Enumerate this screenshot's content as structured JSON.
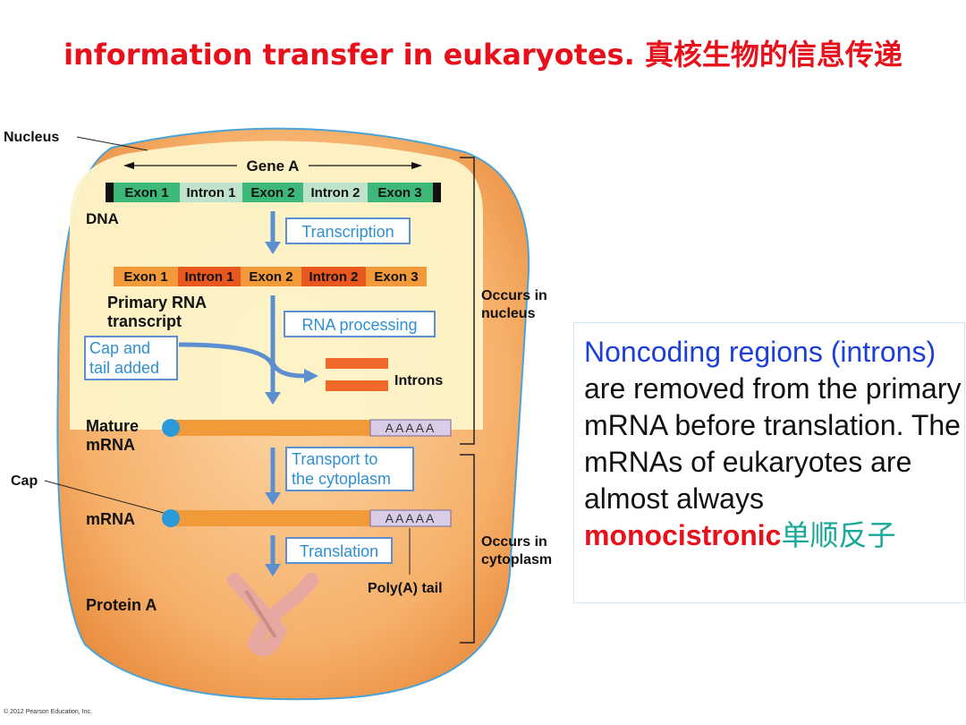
{
  "title": {
    "en": "information transfer in eukaryotes.",
    "zh": "真核生物的信息传递"
  },
  "diagram": {
    "nucleus_label": "Nucleus",
    "gene_label": "Gene A",
    "dna_segments": [
      "Exon 1",
      "Intron 1",
      "Exon 2",
      "Intron 2",
      "Exon 3"
    ],
    "dna_label": "DNA",
    "transcription": "Transcription",
    "rna_segments": [
      "Exon 1",
      "Intron 1",
      "Exon 2",
      "Intron 2",
      "Exon 3"
    ],
    "primary_label": [
      "Primary RNA",
      "transcript"
    ],
    "rna_processing": "RNA processing",
    "cap_tail": [
      "Cap and",
      "tail added"
    ],
    "introns": "Introns",
    "mature_label": [
      "Mature",
      "mRNA"
    ],
    "poly_a": "AAAAA",
    "transport": [
      "Transport to",
      "the cytoplasm"
    ],
    "cap_label": "Cap",
    "mrna_label": "mRNA",
    "translation": "Translation",
    "poly_a_tail": "Poly(A) tail",
    "protein_label": "Protein A",
    "occurs_nucleus": [
      "Occurs in",
      "nucleus"
    ],
    "occurs_cytoplasm": [
      "Occurs in",
      "cytoplasm"
    ],
    "copyright": "© 2012 Pearson Education, Inc."
  },
  "note": {
    "blue": "Noncoding regions (introns)",
    "black": " are removed from the primary mRNA before translation. The mRNAs of eukaryotes are almost always ",
    "red": "monocistronic",
    "zh": "单顺反子"
  },
  "colors": {
    "title_red": "#e8101a",
    "exon_green": "#3cb878",
    "exon_orange": "#f29a3a",
    "intron_red": "#e8571e",
    "cell_fill": "#f7b573",
    "nucleus_fill": "#fdf4c8",
    "arrow_blue": "#5b8fd0"
  }
}
